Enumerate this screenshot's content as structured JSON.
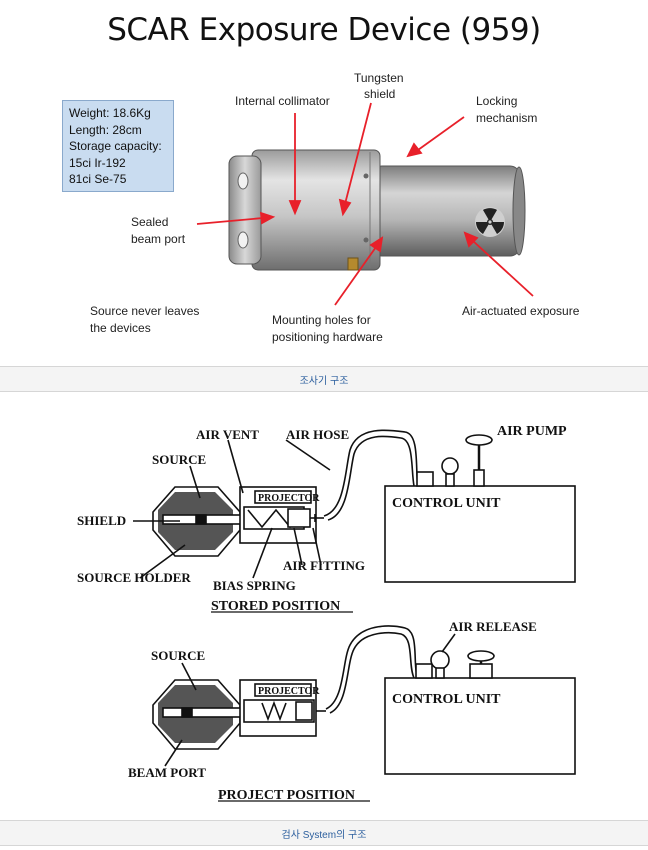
{
  "title": "SCAR Exposure Device (959)",
  "specs": [
    "Weight: 18.6Kg",
    "Length: 28cm",
    "Storage capacity:",
    "15ci Ir-192",
    "81ci Se-75"
  ],
  "labels": {
    "internal_collimator": "Internal collimator",
    "tungsten_shield_1": "Tungsten",
    "tungsten_shield_2": "shield",
    "locking_1": "Locking",
    "locking_2": "mechanism",
    "sealed_1": "Sealed",
    "sealed_2": "beam port",
    "never_leaves_1": "Source never leaves",
    "never_leaves_2": "the devices",
    "mounting_1": "Mounting holes for",
    "mounting_2": "positioning hardware",
    "air_actuated": "Air-actuated exposure"
  },
  "captions": {
    "top": "조사기 구조",
    "bottom": "검사 System의 구조"
  },
  "schematic": {
    "air_vent": "AIR VENT",
    "air_hose": "AIR HOSE",
    "air_pump": "AIR PUMP",
    "source": "SOURCE",
    "projector": "PROJECTOR",
    "shield": "SHIELD",
    "source_holder": "SOURCE HOLDER",
    "bias_spring": "BIAS SPRING",
    "air_fitting": "AIR FITTING",
    "control_unit": "CONTROL UNIT",
    "stored_position": "STORED POSITION",
    "air_release": "AIR RELEASE",
    "source_2": "SOURCE",
    "projector_2": "PROJECTOR",
    "beam_port": "BEAM PORT",
    "control_unit_2": "CONTROL UNIT",
    "project_position": "PROJECT POSITION"
  },
  "colors": {
    "arrow": "#e8202a",
    "spec_box": "#c9dcf0",
    "caption_text": "#2c5f9e"
  }
}
